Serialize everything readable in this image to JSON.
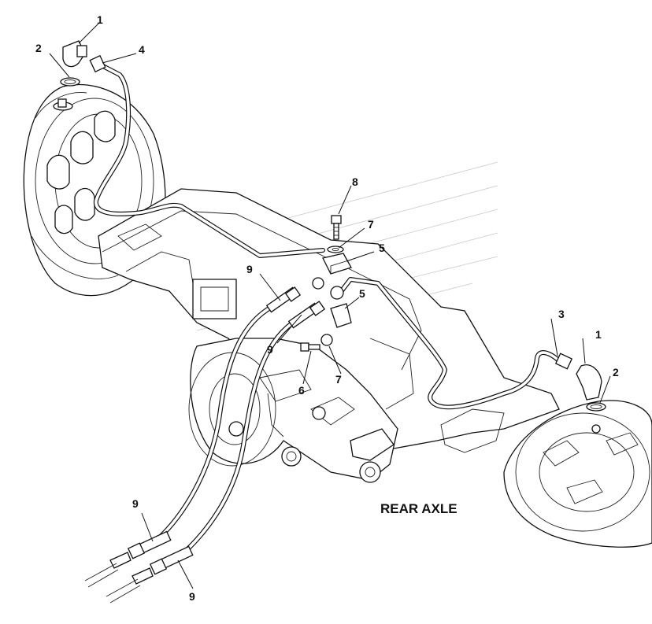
{
  "title": "REAR AXLE",
  "callouts": {
    "c1a": "1",
    "c1b": "1",
    "c2a": "2",
    "c2b": "2",
    "c3": "3",
    "c4": "4",
    "c5a": "5",
    "c5b": "5",
    "c6": "6",
    "c7a": "7",
    "c7b": "7",
    "c8": "8",
    "c9a": "9",
    "c9b": "9",
    "c9c": "9",
    "c9d": "9"
  },
  "icons": {
    "watermark": "hatched-logo-watermark"
  }
}
